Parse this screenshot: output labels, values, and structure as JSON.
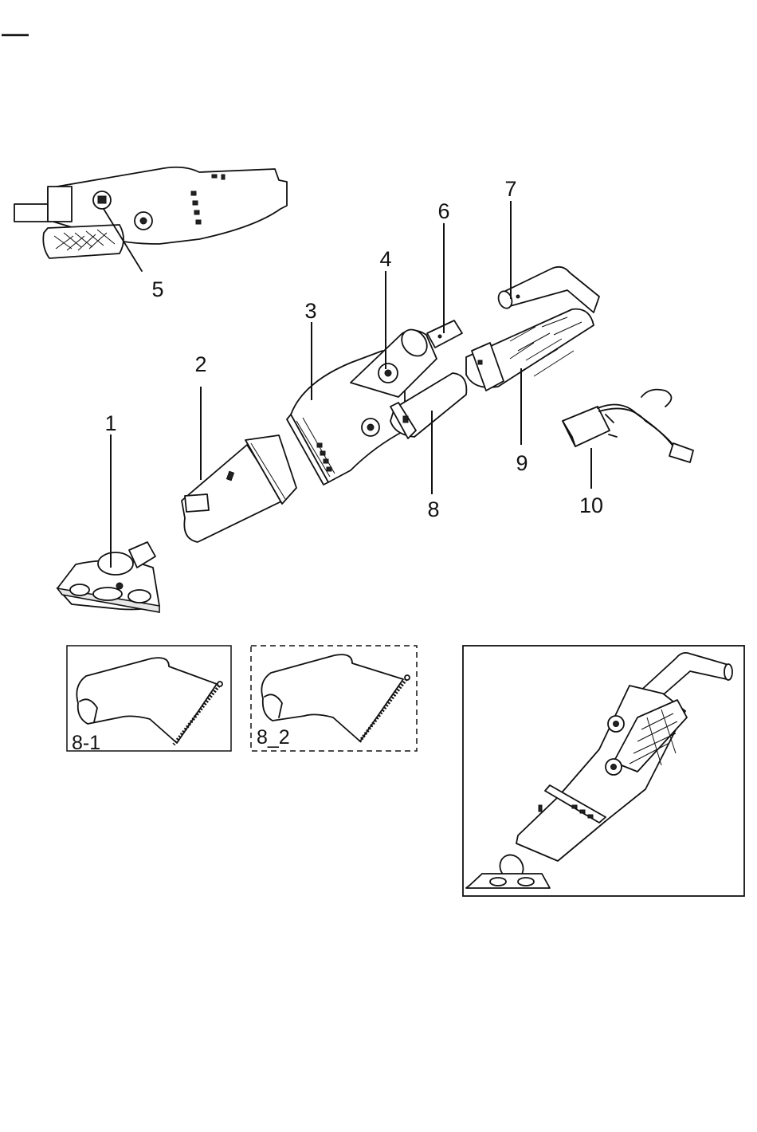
{
  "parts": [
    {
      "num": "1"
    },
    {
      "num": "2"
    },
    {
      "num": "3"
    },
    {
      "num": "4"
    },
    {
      "num": "5"
    },
    {
      "num": "6"
    },
    {
      "num": "7"
    },
    {
      "num": "8"
    },
    {
      "num": "9"
    },
    {
      "num": "10"
    }
  ],
  "insets": {
    "bag_a": "8-1",
    "bag_b": "8_2"
  }
}
